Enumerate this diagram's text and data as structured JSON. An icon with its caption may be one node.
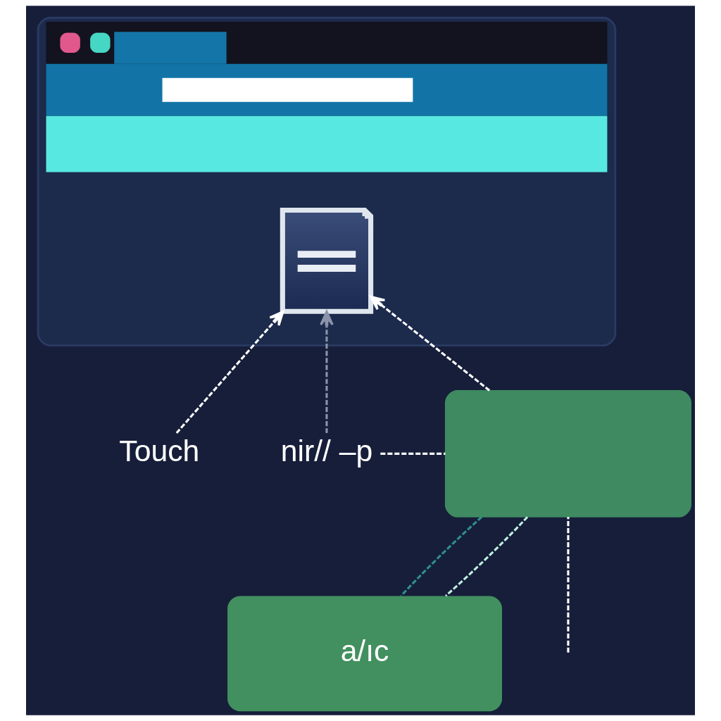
{
  "diagram": {
    "nodes": [
      {
        "text": [],
        "shape": "window"
      },
      {
        "text": [],
        "shape": "document",
        "in": 0
      },
      {
        "text": [
          "Touch"
        ]
      },
      {
        "text": [
          "nir// –p"
        ]
      },
      {
        "text": [],
        "shape": "box"
      },
      {
        "text": [
          "a/ıc"
        ]
      }
    ],
    "edges": [
      {
        "from": 2,
        "to": 1,
        "arrow": "to",
        "style": "dashed"
      },
      {
        "from": 3,
        "to": 1,
        "arrow": "to",
        "style": "dashed",
        "color": "#8a93a8"
      },
      {
        "from": 4,
        "to": 1,
        "arrow": "to",
        "style": "dashed"
      },
      {
        "from": 3,
        "to": 4,
        "arrow": "none",
        "style": "dashed"
      },
      {
        "from": null,
        "to": 4,
        "arrow": "none",
        "style": "dashed"
      },
      {
        "from": 4,
        "to": 5,
        "arrow": "none",
        "style": "dashed",
        "color": "#2f8f8a"
      },
      {
        "from": 4,
        "to": 5,
        "arrow": "none",
        "style": "dashed",
        "color": "#bfeee0"
      }
    ]
  }
}
